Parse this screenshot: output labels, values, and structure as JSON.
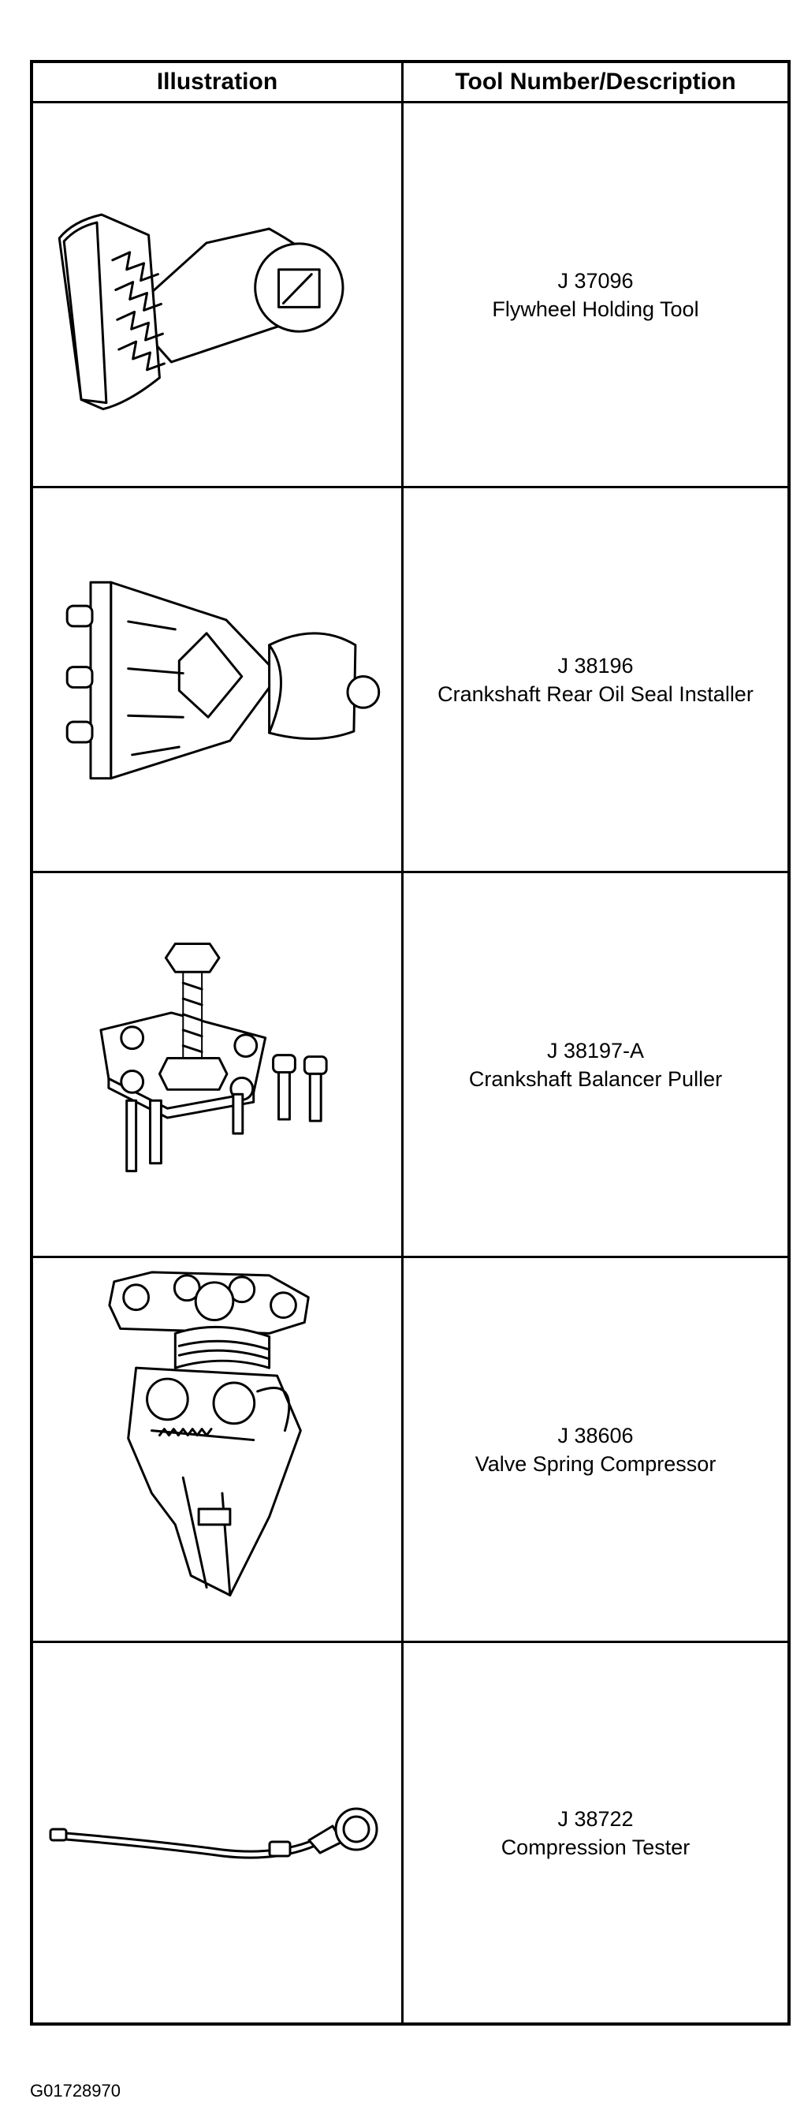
{
  "table": {
    "header": {
      "illustration": "Illustration",
      "tool": "Tool Number/Description"
    },
    "rows": [
      {
        "number": "J 37096",
        "description": "Flywheel Holding Tool",
        "icon": "flywheel-holding-tool-icon"
      },
      {
        "number": "J 38196",
        "description": "Crankshaft Rear Oil Seal Installer",
        "icon": "rear-oil-seal-installer-icon"
      },
      {
        "number": "J 38197-A",
        "description": "Crankshaft Balancer Puller",
        "icon": "balancer-puller-icon"
      },
      {
        "number": "J 38606",
        "description": "Valve Spring Compressor",
        "icon": "valve-spring-compressor-icon"
      },
      {
        "number": "J 38722",
        "description": "Compression Tester",
        "icon": "compression-tester-icon"
      }
    ]
  },
  "figure_id": "G01728970",
  "colors": {
    "ink": "#000000",
    "paper": "#ffffff"
  }
}
